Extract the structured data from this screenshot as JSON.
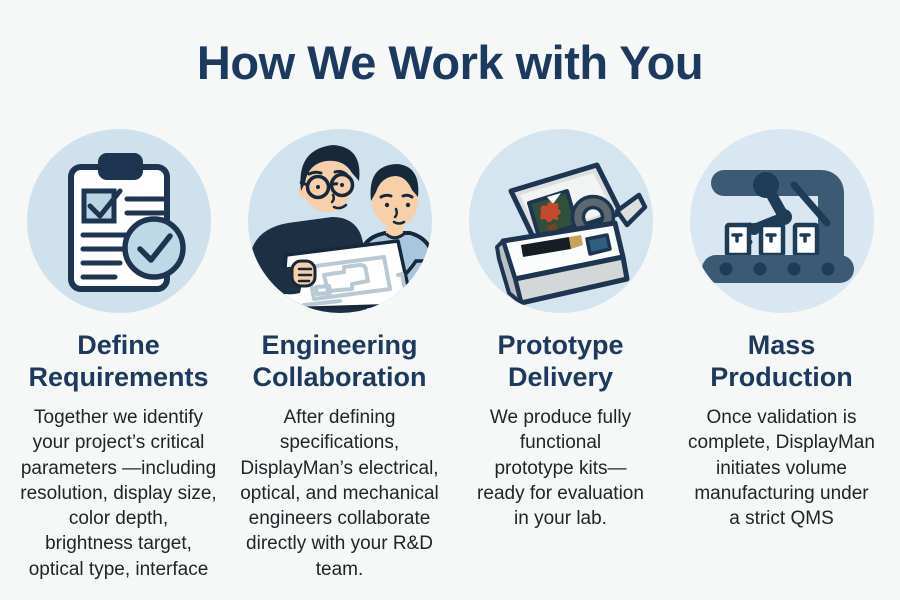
{
  "page": {
    "title": "How We Work with You",
    "background_color": "#f6f7f7",
    "title_color": "#1c3a5e",
    "heading_color": "#1d3a5e",
    "body_text_color": "#212429"
  },
  "steps": [
    {
      "title": "Define\nRequirements",
      "description": "Together we identify\nyour project’s critical\nparameters —including\nresolution, display size,\ncolor depth,\nbrightness target,\noptical type, interface",
      "icon": "clipboard-checklist-icon",
      "circle_color": "#cee1ec"
    },
    {
      "title": "Engineering\nCollaboration",
      "description": "After defining\nspecifications,\nDisplayMan’s electrical,\noptical, and mechanical\nengineers collaborate\ndirectly with your R&D\nteam.",
      "icon": "engineers-reviewing-blueprint-icon",
      "circle_color": "#d0e2ed"
    },
    {
      "title": "Prototype\nDelivery",
      "description": "We produce fully\nfunctional\nprototype kits—\nready for evaluation\nin your lab.",
      "icon": "prototype-kit-open-box-icon",
      "circle_color": "#d4e5ef"
    },
    {
      "title": "Mass\nProduction",
      "description": "Once validation is\ncomplete, DisplayMan\ninitiates volume\nmanufacturing under\na strict QMS",
      "icon": "robotic-arm-conveyor-icon",
      "circle_color": "#d8e7f1"
    }
  ]
}
